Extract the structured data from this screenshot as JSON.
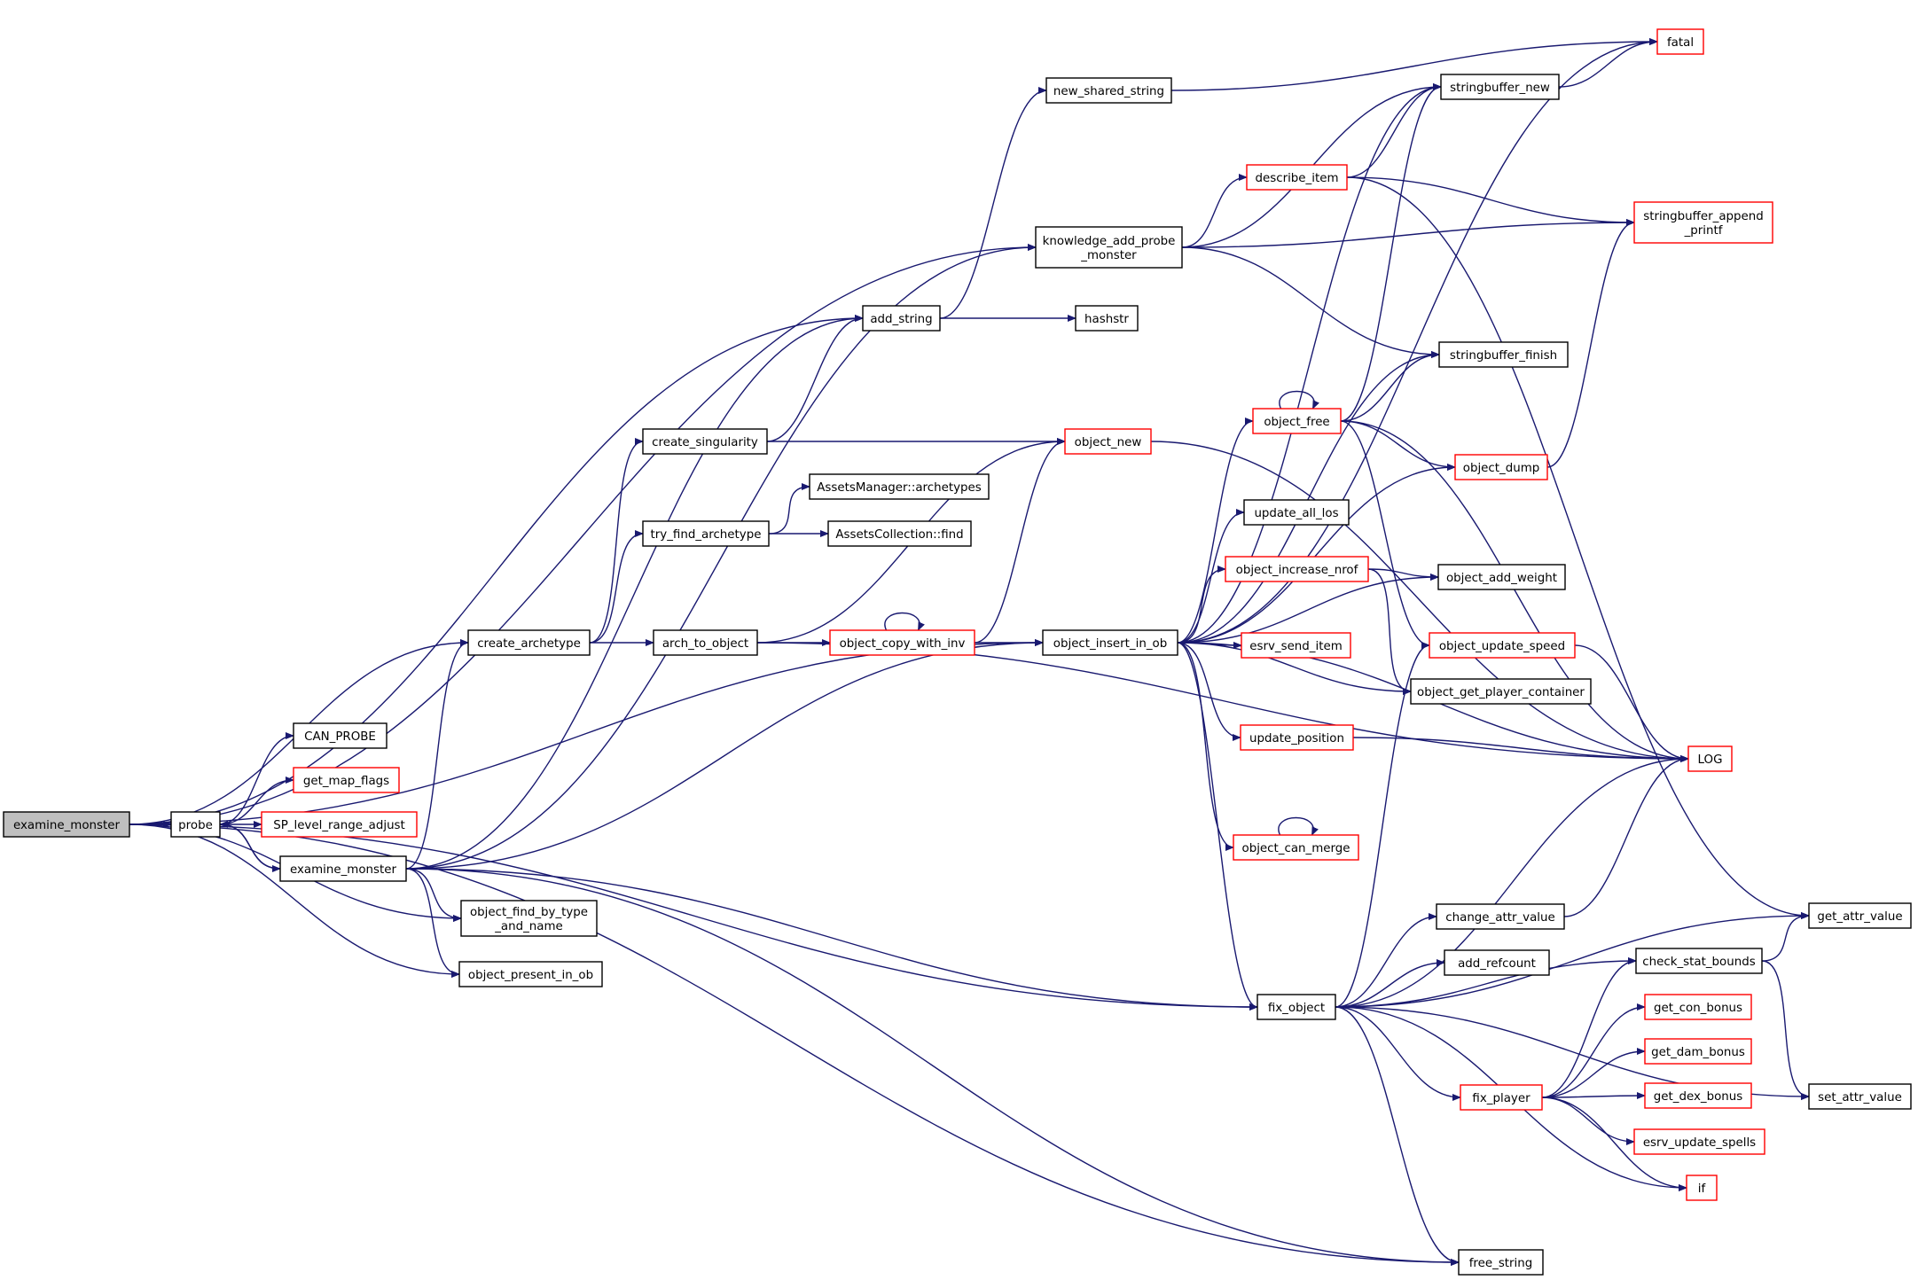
{
  "colors": {
    "edge": "#191970",
    "node_border_plain": "#000000",
    "node_border_truncated": "#ff0000",
    "node_fill": "#ffffff",
    "focus_fill": "#bfbfbf"
  },
  "nodes": [
    {
      "id": "n_examine_root",
      "lines": [
        "examine_monster"
      ],
      "style": "focus"
    },
    {
      "id": "n_probe",
      "lines": [
        "probe"
      ],
      "style": "plain"
    },
    {
      "id": "n_examine2",
      "lines": [
        "examine_monster"
      ],
      "style": "plain"
    },
    {
      "id": "n_can_probe",
      "lines": [
        "CAN_PROBE"
      ],
      "style": "plain"
    },
    {
      "id": "n_get_map_flags",
      "lines": [
        "get_map_flags"
      ],
      "style": "truncated"
    },
    {
      "id": "n_sp_level",
      "lines": [
        "SP_level_range_adjust"
      ],
      "style": "truncated"
    },
    {
      "id": "n_create_arch",
      "lines": [
        "create_archetype"
      ],
      "style": "plain"
    },
    {
      "id": "n_obj_find",
      "lines": [
        "object_find_by_type",
        "_and_name"
      ],
      "style": "plain"
    },
    {
      "id": "n_obj_present",
      "lines": [
        "object_present_in_ob"
      ],
      "style": "plain"
    },
    {
      "id": "n_create_sing",
      "lines": [
        "create_singularity"
      ],
      "style": "plain"
    },
    {
      "id": "n_try_find",
      "lines": [
        "try_find_archetype"
      ],
      "style": "plain"
    },
    {
      "id": "n_arch_to_obj",
      "lines": [
        "arch_to_object"
      ],
      "style": "plain"
    },
    {
      "id": "n_add_string",
      "lines": [
        "add_string"
      ],
      "style": "plain"
    },
    {
      "id": "n_assets_arch",
      "lines": [
        "AssetsManager::archetypes"
      ],
      "style": "plain"
    },
    {
      "id": "n_assets_find",
      "lines": [
        "AssetsCollection::find"
      ],
      "style": "plain"
    },
    {
      "id": "n_obj_copy",
      "lines": [
        "object_copy_with_inv"
      ],
      "style": "truncated"
    },
    {
      "id": "n_new_shared",
      "lines": [
        "new_shared_string"
      ],
      "style": "plain"
    },
    {
      "id": "n_knowledge",
      "lines": [
        "knowledge_add_probe",
        "_monster"
      ],
      "style": "plain"
    },
    {
      "id": "n_hashstr",
      "lines": [
        "hashstr"
      ],
      "style": "plain"
    },
    {
      "id": "n_obj_new",
      "lines": [
        "object_new"
      ],
      "style": "truncated"
    },
    {
      "id": "n_obj_insert",
      "lines": [
        "object_insert_in_ob"
      ],
      "style": "plain"
    },
    {
      "id": "n_describe",
      "lines": [
        "describe_item"
      ],
      "style": "truncated"
    },
    {
      "id": "n_obj_free",
      "lines": [
        "object_free"
      ],
      "style": "truncated"
    },
    {
      "id": "n_update_los",
      "lines": [
        "update_all_los"
      ],
      "style": "plain"
    },
    {
      "id": "n_obj_inc_nrof",
      "lines": [
        "object_increase_nrof"
      ],
      "style": "truncated"
    },
    {
      "id": "n_esrv_send",
      "lines": [
        "esrv_send_item"
      ],
      "style": "truncated"
    },
    {
      "id": "n_update_pos",
      "lines": [
        "update_position"
      ],
      "style": "truncated"
    },
    {
      "id": "n_obj_can_merge",
      "lines": [
        "object_can_merge"
      ],
      "style": "truncated"
    },
    {
      "id": "n_fix_object",
      "lines": [
        "fix_object"
      ],
      "style": "plain"
    },
    {
      "id": "n_change_attr",
      "lines": [
        "change_attr_value"
      ],
      "style": "plain"
    },
    {
      "id": "n_add_refcount",
      "lines": [
        "add_refcount"
      ],
      "style": "plain"
    },
    {
      "id": "n_fix_player",
      "lines": [
        "fix_player"
      ],
      "style": "truncated"
    },
    {
      "id": "n_free_string",
      "lines": [
        "free_string"
      ],
      "style": "plain"
    },
    {
      "id": "n_fatal",
      "lines": [
        "fatal"
      ],
      "style": "truncated"
    },
    {
      "id": "n_sb_new",
      "lines": [
        "stringbuffer_new"
      ],
      "style": "plain"
    },
    {
      "id": "n_sb_append",
      "lines": [
        "stringbuffer_append",
        "_printf"
      ],
      "style": "truncated"
    },
    {
      "id": "n_sb_finish",
      "lines": [
        "stringbuffer_finish"
      ],
      "style": "plain"
    },
    {
      "id": "n_obj_dump",
      "lines": [
        "object_dump"
      ],
      "style": "truncated"
    },
    {
      "id": "n_obj_add_weight",
      "lines": [
        "object_add_weight"
      ],
      "style": "plain"
    },
    {
      "id": "n_obj_upd_speed",
      "lines": [
        "object_update_speed"
      ],
      "style": "truncated"
    },
    {
      "id": "n_obj_get_pc",
      "lines": [
        "object_get_player_container"
      ],
      "style": "plain"
    },
    {
      "id": "n_log",
      "lines": [
        "LOG"
      ],
      "style": "truncated"
    },
    {
      "id": "n_check_stat",
      "lines": [
        "check_stat_bounds"
      ],
      "style": "plain"
    },
    {
      "id": "n_get_con",
      "lines": [
        "get_con_bonus"
      ],
      "style": "truncated"
    },
    {
      "id": "n_get_dam",
      "lines": [
        "get_dam_bonus"
      ],
      "style": "truncated"
    },
    {
      "id": "n_get_dex",
      "lines": [
        "get_dex_bonus"
      ],
      "style": "truncated"
    },
    {
      "id": "n_esrv_upd_spells",
      "lines": [
        "esrv_update_spells"
      ],
      "style": "truncated"
    },
    {
      "id": "n_if",
      "lines": [
        "if"
      ],
      "style": "truncated"
    },
    {
      "id": "n_get_attr",
      "lines": [
        "get_attr_value"
      ],
      "style": "plain"
    },
    {
      "id": "n_set_attr",
      "lines": [
        "set_attr_value"
      ],
      "style": "plain"
    }
  ],
  "edges": [
    [
      "n_examine_root",
      "n_probe"
    ],
    [
      "n_examine_root",
      "n_knowledge"
    ],
    [
      "n_examine_root",
      "n_add_string"
    ],
    [
      "n_examine_root",
      "n_create_arch"
    ],
    [
      "n_examine_root",
      "n_obj_insert"
    ],
    [
      "n_examine_root",
      "n_obj_find"
    ],
    [
      "n_examine_root",
      "n_obj_present"
    ],
    [
      "n_examine_root",
      "n_fix_object"
    ],
    [
      "n_examine_root",
      "n_free_string"
    ],
    [
      "n_probe",
      "n_can_probe"
    ],
    [
      "n_probe",
      "n_get_map_flags"
    ],
    [
      "n_probe",
      "n_sp_level"
    ],
    [
      "n_probe",
      "n_examine2"
    ],
    [
      "n_examine2",
      "n_probe"
    ],
    [
      "n_examine2",
      "n_add_string"
    ],
    [
      "n_examine2",
      "n_knowledge"
    ],
    [
      "n_examine2",
      "n_create_arch"
    ],
    [
      "n_examine2",
      "n_obj_insert"
    ],
    [
      "n_examine2",
      "n_obj_find"
    ],
    [
      "n_examine2",
      "n_obj_present"
    ],
    [
      "n_examine2",
      "n_fix_object"
    ],
    [
      "n_examine2",
      "n_free_string"
    ],
    [
      "n_create_arch",
      "n_create_sing"
    ],
    [
      "n_create_arch",
      "n_try_find"
    ],
    [
      "n_create_arch",
      "n_arch_to_obj"
    ],
    [
      "n_create_sing",
      "n_add_string"
    ],
    [
      "n_create_sing",
      "n_obj_new"
    ],
    [
      "n_try_find",
      "n_assets_arch"
    ],
    [
      "n_try_find",
      "n_assets_find"
    ],
    [
      "n_arch_to_obj",
      "n_obj_copy"
    ],
    [
      "n_arch_to_obj",
      "n_obj_new"
    ],
    [
      "n_arch_to_obj",
      "n_log"
    ],
    [
      "n_obj_copy",
      "n_obj_copy"
    ],
    [
      "n_obj_copy",
      "n_obj_new"
    ],
    [
      "n_obj_copy",
      "n_obj_insert"
    ],
    [
      "n_add_string",
      "n_new_shared"
    ],
    [
      "n_add_string",
      "n_hashstr"
    ],
    [
      "n_new_shared",
      "n_fatal"
    ],
    [
      "n_knowledge",
      "n_sb_new"
    ],
    [
      "n_knowledge",
      "n_describe"
    ],
    [
      "n_knowledge",
      "n_sb_append"
    ],
    [
      "n_knowledge",
      "n_sb_finish"
    ],
    [
      "n_describe",
      "n_sb_new"
    ],
    [
      "n_describe",
      "n_sb_append"
    ],
    [
      "n_describe",
      "n_get_attr"
    ],
    [
      "n_obj_new",
      "n_log"
    ],
    [
      "n_obj_insert",
      "n_fatal"
    ],
    [
      "n_obj_insert",
      "n_sb_new"
    ],
    [
      "n_obj_insert",
      "n_sb_finish"
    ],
    [
      "n_obj_insert",
      "n_obj_free"
    ],
    [
      "n_obj_insert",
      "n_obj_dump"
    ],
    [
      "n_obj_insert",
      "n_update_los"
    ],
    [
      "n_obj_insert",
      "n_obj_add_weight"
    ],
    [
      "n_obj_insert",
      "n_obj_inc_nrof"
    ],
    [
      "n_obj_insert",
      "n_esrv_send"
    ],
    [
      "n_obj_insert",
      "n_obj_get_pc"
    ],
    [
      "n_obj_insert",
      "n_update_pos"
    ],
    [
      "n_obj_insert",
      "n_log"
    ],
    [
      "n_obj_insert",
      "n_obj_can_merge"
    ],
    [
      "n_obj_insert",
      "n_fix_object"
    ],
    [
      "n_obj_free",
      "n_obj_free"
    ],
    [
      "n_obj_free",
      "n_sb_new"
    ],
    [
      "n_obj_free",
      "n_sb_finish"
    ],
    [
      "n_obj_free",
      "n_obj_dump"
    ],
    [
      "n_obj_free",
      "n_log"
    ],
    [
      "n_obj_free",
      "n_obj_upd_speed"
    ],
    [
      "n_obj_dump",
      "n_sb_append"
    ],
    [
      "n_obj_inc_nrof",
      "n_obj_add_weight"
    ],
    [
      "n_obj_inc_nrof",
      "n_obj_get_pc"
    ],
    [
      "n_update_pos",
      "n_log"
    ],
    [
      "n_obj_can_merge",
      "n_obj_can_merge"
    ],
    [
      "n_obj_upd_speed",
      "n_log"
    ],
    [
      "n_fix_object",
      "n_obj_upd_speed"
    ],
    [
      "n_fix_object",
      "n_log"
    ],
    [
      "n_fix_object",
      "n_change_attr"
    ],
    [
      "n_fix_object",
      "n_add_refcount"
    ],
    [
      "n_fix_object",
      "n_get_attr"
    ],
    [
      "n_fix_object",
      "n_check_stat"
    ],
    [
      "n_fix_object",
      "n_fix_player"
    ],
    [
      "n_fix_object",
      "n_if"
    ],
    [
      "n_fix_object",
      "n_set_attr"
    ],
    [
      "n_fix_object",
      "n_free_string"
    ],
    [
      "n_change_attr",
      "n_log"
    ],
    [
      "n_check_stat",
      "n_get_attr"
    ],
    [
      "n_check_stat",
      "n_set_attr"
    ],
    [
      "n_fix_player",
      "n_check_stat"
    ],
    [
      "n_fix_player",
      "n_get_con"
    ],
    [
      "n_fix_player",
      "n_get_dam"
    ],
    [
      "n_fix_player",
      "n_get_dex"
    ],
    [
      "n_fix_player",
      "n_esrv_upd_spells"
    ],
    [
      "n_fix_player",
      "n_if"
    ],
    [
      "n_sb_new",
      "n_fatal"
    ]
  ]
}
